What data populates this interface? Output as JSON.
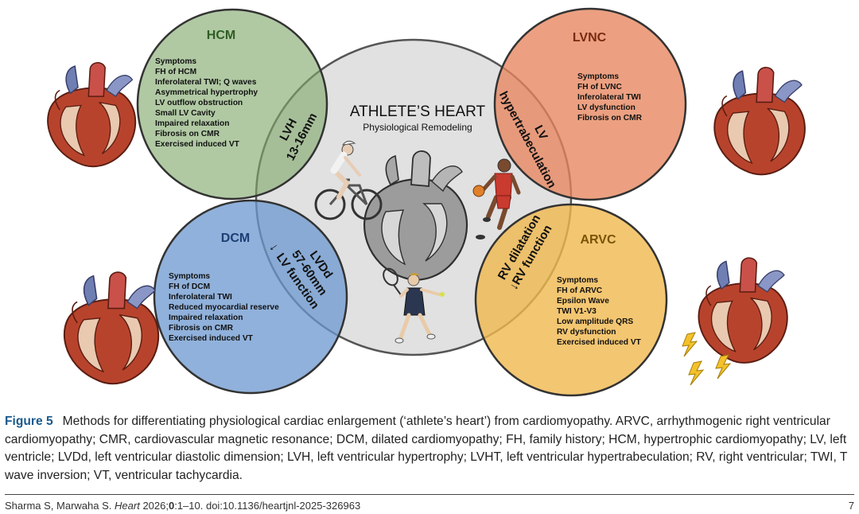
{
  "diagram": {
    "center": {
      "title": "ATHLETE’S HEART",
      "subtitle": "Physiological Remodeling"
    },
    "hcm": {
      "title": "HCM",
      "color": "#7fa86a",
      "items": [
        "Symptoms",
        "FH of HCM",
        "Inferolateral TWI; Q waves",
        "Asymmetrical hypertrophy",
        "LV outflow obstruction",
        "Small  LV Cavity",
        "Impaired relaxation",
        "Fibrosis on CMR",
        "Exercised induced VT"
      ]
    },
    "lvnc": {
      "title": "LVNC",
      "color": "#e7855e",
      "items": [
        "Symptoms",
        "FH of LVNC",
        "Inferolateral TWI",
        "LV dysfunction",
        "Fibrosis on CMR"
      ]
    },
    "dcm": {
      "title": "DCM",
      "color": "#6b97cf",
      "items": [
        "Symptoms",
        "FH of DCM",
        "Inferolateral TWI",
        "Reduced myocardial reserve",
        "Impaired relaxation",
        "Fibrosis on CMR",
        "Exercised induced VT"
      ]
    },
    "arvc": {
      "title": "ARVC",
      "color": "#f0b84e",
      "items": [
        "Symptoms",
        "FH of ARVC",
        "Epsilon Wave",
        "TWI V1-V3",
        "Low amplitude QRS",
        "RV dysfunction",
        "Exercised induced VT"
      ]
    },
    "overlaps": {
      "hcm": [
        "LVH",
        "13-16mm"
      ],
      "lvnc": [
        "LV",
        "hypertrabeculation"
      ],
      "dcm": [
        "LVDd",
        "57-60mm",
        "↓",
        "LV function"
      ],
      "arvc": [
        "RV dilatation",
        "↓RV function"
      ]
    }
  },
  "caption": {
    "label": "Figure 5",
    "text": "Methods for differentiating physiological cardiac enlargement (‘athlete’s heart’) from cardiomyopathy. ARVC, arrhythmogenic right ventricular cardiomyopathy; CMR, cardiovascular magnetic resonance; DCM, dilated cardiomyopathy; FH, family history; HCM, hypertrophic cardiomyopathy; LV, left ventricle; LVDd, left ventricular diastolic dimension; LVH, left ventricular hypertrophy; LVHT, left ventricular hypertrabeculation; RV, right ventricular; TWI, T wave inversion; VT, ventricular tachycardia."
  },
  "footer": {
    "authors": "Sharma S, Marwaha S.",
    "journal": "Heart",
    "year": "2026;",
    "volume": "0",
    "pages": ":1–10. doi:10.1136/heartjnl-2025-326963",
    "page_number": "7"
  }
}
